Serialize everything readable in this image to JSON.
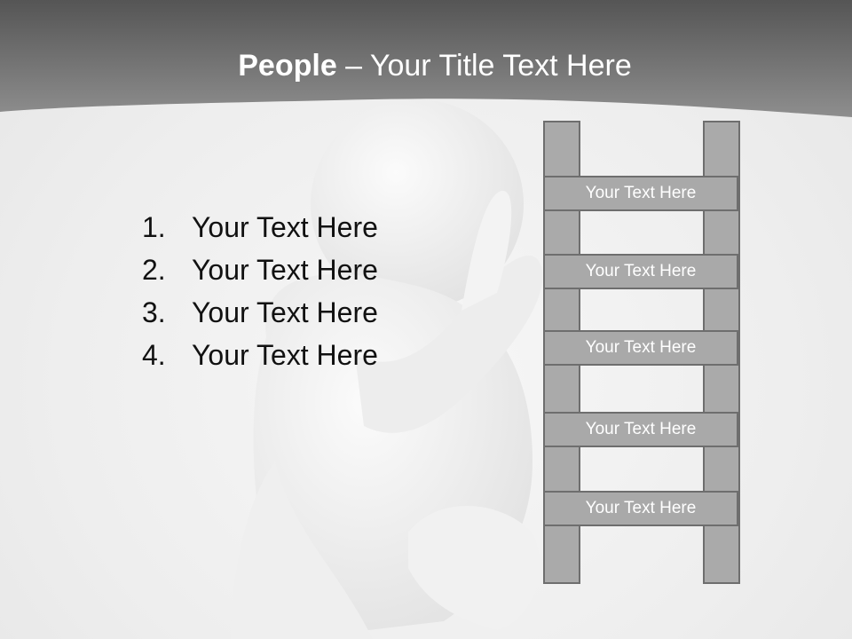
{
  "slide": {
    "title_bold": "People",
    "title_rest": " – Your Title Text Here",
    "list": [
      {
        "number": "1.",
        "text": "Your Text Here"
      },
      {
        "number": "2.",
        "text": "Your Text Here"
      },
      {
        "number": "3.",
        "text": "Your Text Here"
      },
      {
        "number": "4.",
        "text": "Your Text Here"
      }
    ],
    "ladder_rungs": [
      "Your Text Here",
      "Your Text Here",
      "Your Text Here",
      "Your Text Here",
      "Your Text Here"
    ]
  },
  "colors": {
    "header_dark": "#555555",
    "header_light": "#8e8e8e",
    "rung_fill": "#a9a9a9",
    "rung_border": "#6e6e6e"
  }
}
